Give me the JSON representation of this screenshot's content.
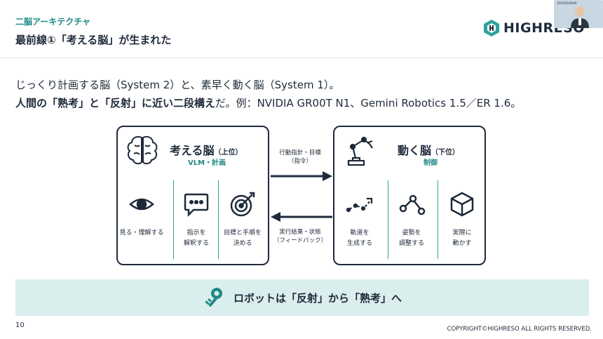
{
  "header": {
    "section_label": "二脳アーキテクチャ",
    "title": "最前線①「考える脳」が生まれた",
    "logo_text": "HIGHRESO",
    "video_caption": "GPUSOROBAN"
  },
  "body": {
    "line1": "じっくり計画する脳（System 2）と、素早く動く脳（System 1）。",
    "line2_bold": "人間の「熟考」と「反射」に近い二段構え",
    "line2_rest": "だ。例：NVIDIA GR00T N1、Gemini Robotics 1.5／ER 1.6。"
  },
  "left_panel": {
    "title": "考える脳",
    "title_note": "（上位）",
    "subtitle": "VLM・計画",
    "items": [
      {
        "label": "見る・理解する",
        "icon": "eye-icon"
      },
      {
        "label": "指示を\n解釈する",
        "icon": "speech-bubble-icon"
      },
      {
        "label": "目標と手順を\n決める",
        "icon": "target-icon"
      }
    ]
  },
  "right_panel": {
    "title": "動く脳",
    "title_note": "（下位）",
    "subtitle": "制御",
    "items": [
      {
        "label": "軌道を\n生成する",
        "icon": "trajectory-icon"
      },
      {
        "label": "姿勢を\n調整する",
        "icon": "joint-icon"
      },
      {
        "label": "実際に\n動かす",
        "icon": "cube-icon"
      }
    ]
  },
  "arrows": {
    "top_label": "行動指針・目標\n（指令）",
    "bottom_label": "実行結果・状態\n（フィードバック）"
  },
  "banner": {
    "text": "ロボットは「反射」から「熟考」へ",
    "icon": "key-icon"
  },
  "footer": {
    "page_number": "10",
    "copyright": "COPYRIGHT©HIGHRESO ALL RIGHTS RESERVED."
  },
  "colors": {
    "accent": "#1f8a86",
    "dark": "#1e2a3a",
    "banner_bg": "#dbeeee"
  }
}
